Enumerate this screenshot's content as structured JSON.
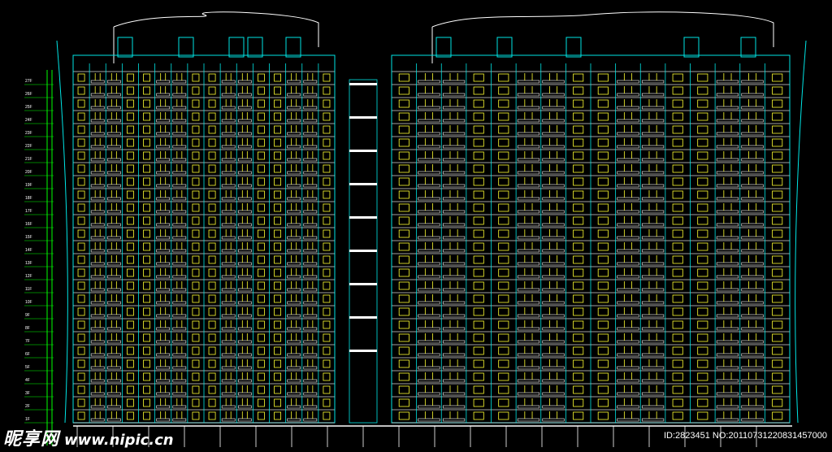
{
  "drawing": {
    "floor_labels": [
      "1F",
      "2F",
      "3F",
      "4F",
      "5F",
      "6F",
      "7F",
      "8F",
      "9F",
      "10F",
      "11F",
      "12F",
      "13F",
      "14F",
      "15F",
      "16F",
      "17F",
      "18F",
      "19F",
      "20F",
      "21F",
      "22F",
      "23F",
      "24F",
      "25F",
      "26F",
      "27F"
    ],
    "colors": {
      "background": "#000000",
      "outline": "#00e5e5",
      "floor_line": "#ffffff",
      "window": "#ffff33",
      "dimension": "#00ff00"
    }
  },
  "watermark": {
    "site_cn": "昵享网",
    "site_url": "www.nipic.cn"
  },
  "image_id": "ID:2823451 NO:20110731220831457000"
}
